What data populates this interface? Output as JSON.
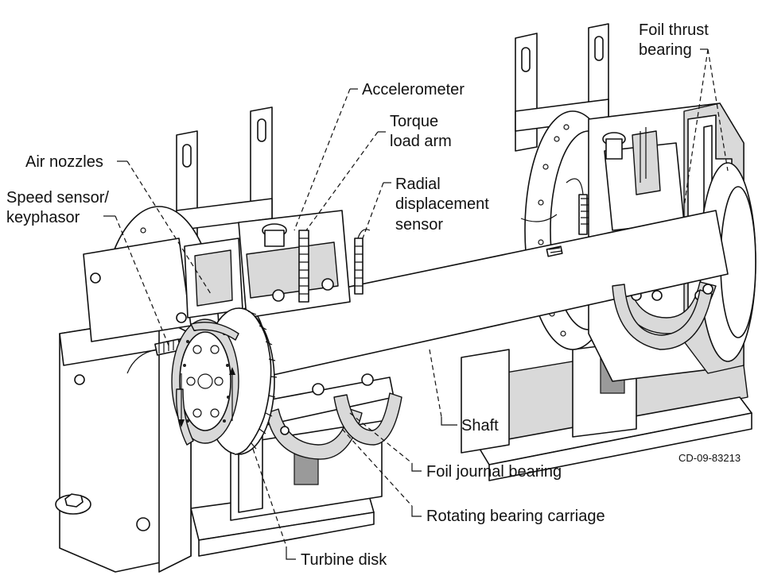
{
  "labels": {
    "accelerometer": "Accelerometer",
    "torque_line1": "Torque",
    "torque_line2": "load arm",
    "foil_thrust_line1": "Foil thrust",
    "foil_thrust_line2": "bearing",
    "air_nozzles": "Air nozzles",
    "speed_sensor_line1": "Speed sensor/",
    "speed_sensor_line2": "keyphasor",
    "radial_line1": "Radial",
    "radial_line2": "displacement",
    "radial_line3": "sensor",
    "shaft": "Shaft",
    "foil_journal": "Foil journal bearing",
    "rotating_carriage": "Rotating bearing carriage",
    "turbine_disk": "Turbine disk",
    "drawing_code": "CD-09-83213"
  }
}
